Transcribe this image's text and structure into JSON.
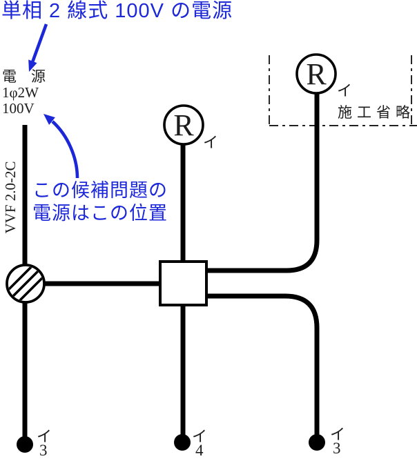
{
  "colors": {
    "blue": "#1c27d8",
    "ink": "#1c1c1c",
    "wire": "#000000"
  },
  "title": "単相 2 線式 100V の電源",
  "note": {
    "line1": "この候補問題の",
    "line2": "電源はこの位置"
  },
  "power": {
    "line1": "電　源",
    "line2": "1φ2W",
    "line3": "100V",
    "cable": "VVF 2.0-2C"
  },
  "omission": {
    "label": "施工省略"
  },
  "lamps": {
    "top_right": {
      "letter": "R",
      "tag": "イ"
    },
    "middle": {
      "letter": "R",
      "tag": "イ"
    }
  },
  "ends": {
    "left": {
      "tag": "イ",
      "num": "3"
    },
    "middle": {
      "tag": "イ",
      "num": "4"
    },
    "right": {
      "tag": "イ",
      "num": "3"
    }
  }
}
